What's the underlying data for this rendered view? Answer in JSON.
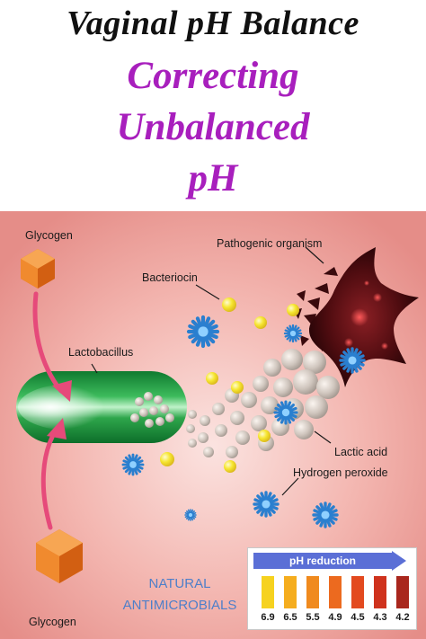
{
  "header": {
    "line1": "Vaginal pH Balance",
    "line2": "Correcting",
    "line3": "Unbalanced",
    "line4": "pH"
  },
  "labels": {
    "glycogen_top": "Glycogen",
    "pathogenic": "Pathogenic organism",
    "bacteriocin": "Bacteriocin",
    "lactobacillus": "Lactobacillus",
    "lactic_acid": "Lactic acid",
    "hydrogen_peroxide": "Hydrogen peroxide",
    "glycogen_bottom": "Glycogen"
  },
  "natural": {
    "line1": "NATURAL",
    "line2": "ANTIMICROBIALS"
  },
  "ph_scale": {
    "title": "pH reduction",
    "arrow_color": "#5b6fd6",
    "values": [
      "6.9",
      "6.5",
      "5.5",
      "4.9",
      "4.5",
      "4.3",
      "4.2"
    ],
    "colors": [
      "#f6d21f",
      "#f5ad1e",
      "#f08a1e",
      "#ec6a1f",
      "#e34a1f",
      "#cf321d",
      "#a9271d"
    ]
  },
  "colors": {
    "title_dark": "#111111",
    "title_accent": "#a81fbd",
    "background": "#f0a7a2",
    "lactobacillus": "#1b9a3f",
    "glycogen": "#f07a1c",
    "bacteriocin": "#f3e22a",
    "hydrogen_peroxide": "#2d7fc7",
    "pathogen": "#5a0f14",
    "natural_text": "#4e7fc9"
  }
}
